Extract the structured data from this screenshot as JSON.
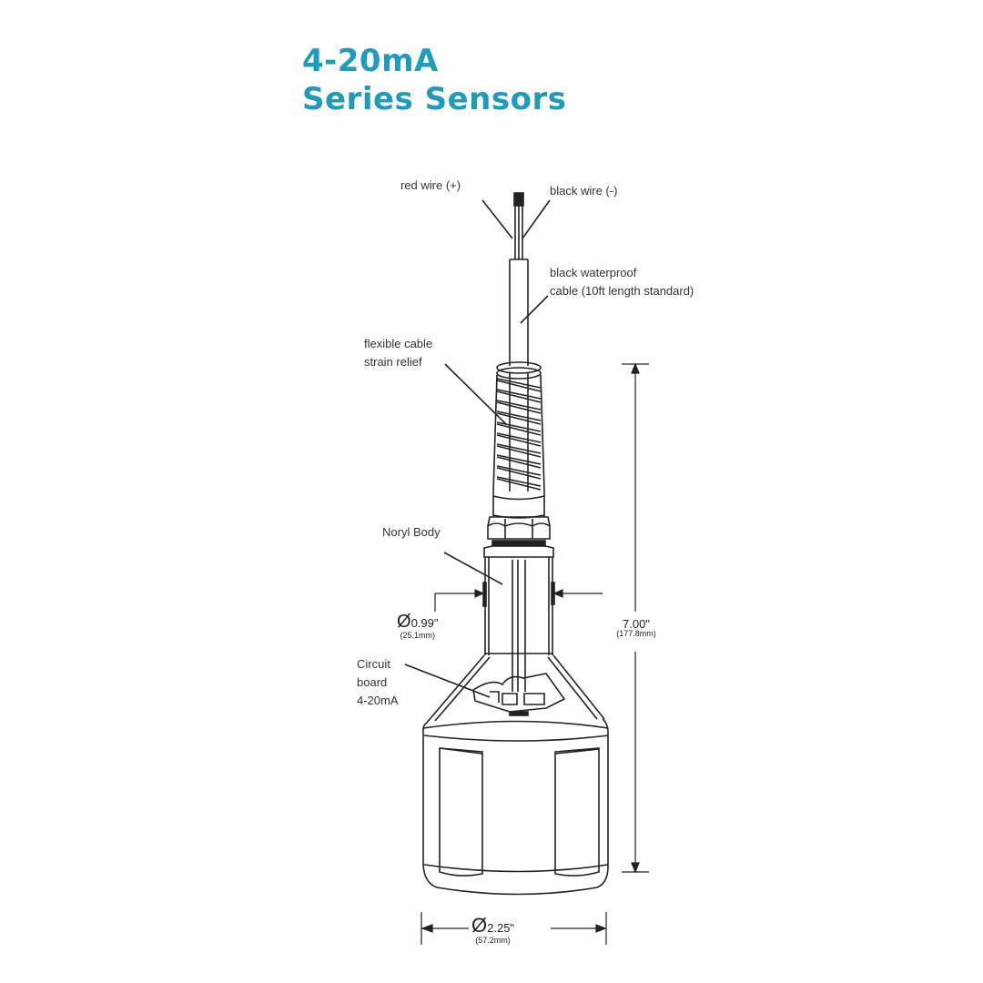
{
  "title": {
    "line1": "4-20mA",
    "line2": "Series Sensors",
    "color": "#1e9bbd"
  },
  "labels": {
    "red_wire": "red wire (+)",
    "black_wire": "black wire (-)",
    "cable_line1": "black waterproof",
    "cable_line2": "cable (10ft length  standard)",
    "strain_line1": "flexible cable",
    "strain_line2": "strain relief",
    "body": "Noryl Body",
    "circuit_line1": "Circuit",
    "circuit_line2": "board",
    "circuit_line3": "4-20mA"
  },
  "dimensions": {
    "body_diameter": {
      "symbol": "Ø",
      "value": "0.99\"",
      "metric": "(25.1mm)"
    },
    "height": {
      "value": "7.00\"",
      "metric": "(177.8mm)"
    },
    "base_diameter": {
      "symbol": "Ø",
      "value": "2.25\"",
      "metric": "(57.2mm)"
    }
  },
  "colors": {
    "line": "#222222",
    "text": "#333333"
  }
}
